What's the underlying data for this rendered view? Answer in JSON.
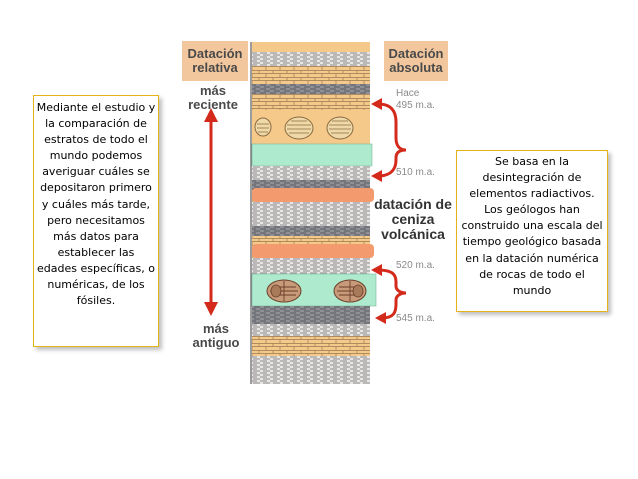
{
  "headers": {
    "relative": [
      "Datación",
      "relativa"
    ],
    "absolute": [
      "Datación",
      "absoluta"
    ]
  },
  "labels": {
    "recent": [
      "más",
      "reciente"
    ],
    "old": [
      "más",
      "antiguo"
    ],
    "volcanic_ash": [
      "datación de",
      "ceniza",
      "volcánica"
    ]
  },
  "ages": {
    "hace": "Hace",
    "a495": "495 m.a.",
    "a510": "510 m.a.",
    "a520": "520 m.a.",
    "a545": "545 m.a."
  },
  "left_box": {
    "text": "Mediante el estudio y la comparación de estratos de todo el mundo podemos averiguar cuáles se depositaron primero y cuáles más tarde, pero necesitamos más datos para establecer las edades específicas, o numéricas, de los fósiles."
  },
  "right_box": {
    "text": "Se basa en la desintegración de elementos radiactivos. Los geólogos han construido una escala del tiempo geológico basada en la datación numérica de rocas de todo el mundo"
  },
  "colors": {
    "header_bg": "#f2c79e",
    "arrow_red": "#d42a1c",
    "ash_mint": "#aeeacd",
    "orange_layer": "#f39a6e",
    "tan_layer": "#f5c98a",
    "gray_layer": "#8f8f96",
    "box_border": "#e5b21a"
  }
}
